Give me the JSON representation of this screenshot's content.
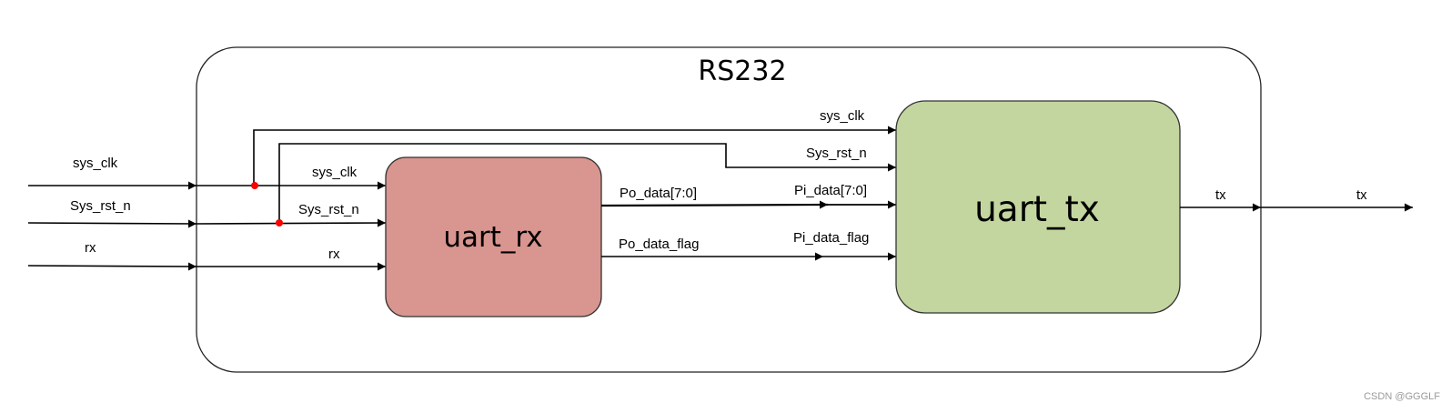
{
  "diagram": {
    "title": "RS232",
    "colors": {
      "uart_rx_fill": "#d9958f",
      "uart_tx_fill": "#c4d6a0",
      "junction": "#ff0000",
      "line": "#000000",
      "frame": "#222222"
    },
    "blocks": {
      "uart_rx": {
        "label": "uart_rx"
      },
      "uart_tx": {
        "label": "uart_tx"
      }
    },
    "external_inputs": [
      {
        "label": "sys_clk"
      },
      {
        "label": "Sys_rst_n"
      },
      {
        "label": "rx"
      }
    ],
    "rx_inputs": [
      {
        "label": "sys_clk"
      },
      {
        "label": "Sys_rst_n"
      },
      {
        "label": "rx"
      }
    ],
    "rx_outputs": [
      {
        "label": "Po_data[7:0]"
      },
      {
        "label": "Po_data_flag"
      }
    ],
    "tx_inputs": [
      {
        "label": "sys_clk"
      },
      {
        "label": "Sys_rst_n"
      },
      {
        "label": "Pi_data[7:0]"
      },
      {
        "label": "Pi_data_flag"
      }
    ],
    "tx_output": {
      "label": "tx"
    },
    "external_output": {
      "label": "tx"
    }
  },
  "watermark": "CSDN @GGGLF"
}
